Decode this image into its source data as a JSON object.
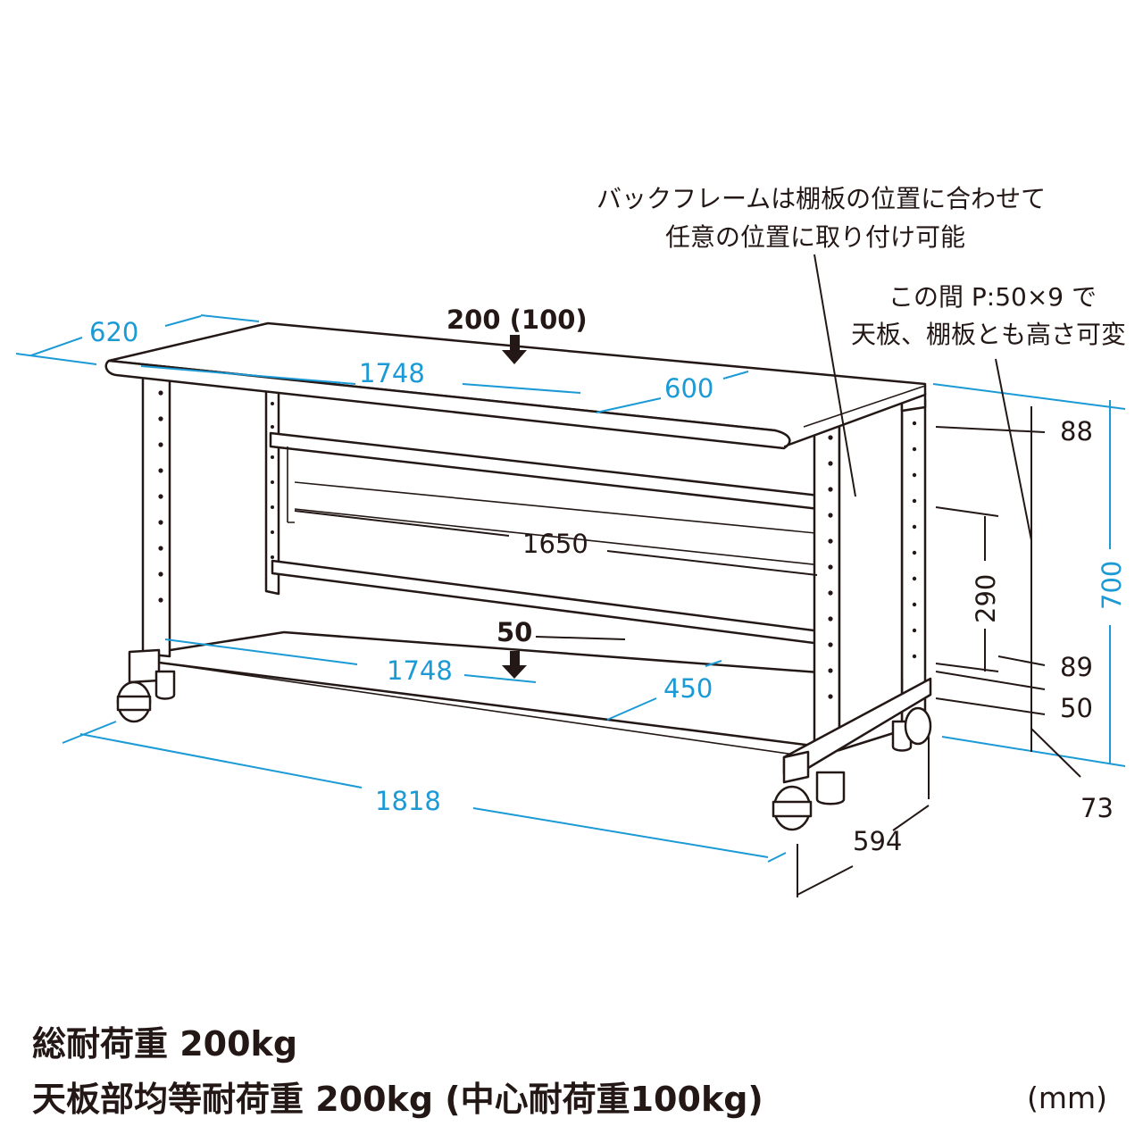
{
  "dimensions": {
    "depth_top": "620",
    "width_top": "1748",
    "top_inner_depth": "600",
    "frame_inner_width": "1650",
    "width_shelf": "1748",
    "shelf_depth": "450",
    "total_width": "1818",
    "total_depth": "594",
    "height_total": "700",
    "top_gap": "88",
    "adjust_range": "290",
    "shelf_gap": "89",
    "shelf_height": "50",
    "caster_height": "73"
  },
  "loads": {
    "top": "200 (100)",
    "shelf": "50"
  },
  "notes": {
    "back_frame_line1": "バックフレームは棚板の位置に合わせて",
    "back_frame_line2": "任意の位置に取り付け可能",
    "pitch_line1": "この間 P:50×9 で",
    "pitch_line2": "天板、棚板とも高さ可変"
  },
  "specs": {
    "line1": "総耐荷重 200kg",
    "line2": "天板部均等耐荷重 200kg (中心耐荷重100kg)"
  },
  "unit": "(mm)",
  "colors": {
    "dimension": "#1b9ad6",
    "ink": "#231815"
  }
}
